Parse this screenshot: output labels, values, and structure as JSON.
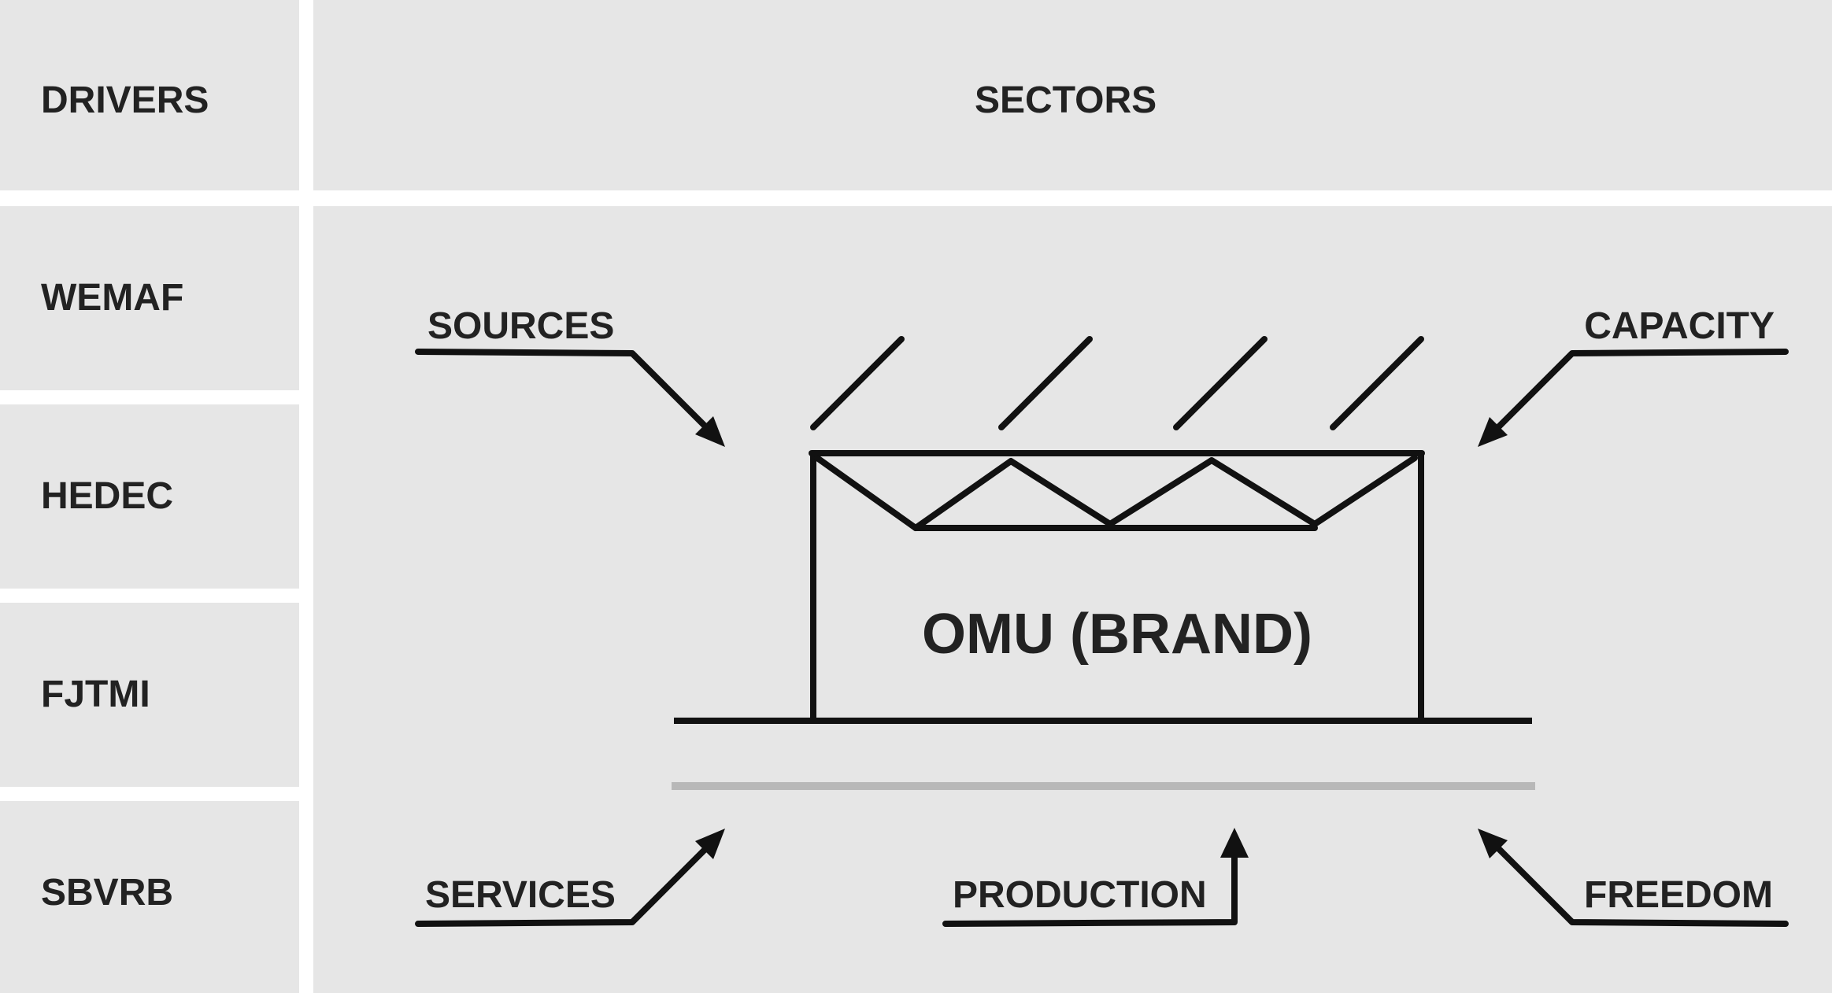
{
  "header": {
    "drivers_title": "DRIVERS",
    "sectors_title": "SECTORS"
  },
  "drivers": [
    {
      "label": "WEMAF"
    },
    {
      "label": "HEDEC"
    },
    {
      "label": "FJTMI"
    },
    {
      "label": "SBVRB"
    }
  ],
  "building": {
    "label": "OMU (BRAND)"
  },
  "arrows": {
    "sources": "SOURCES",
    "capacity": "CAPACITY",
    "services": "SERVICES",
    "production": "PRODUCTION",
    "freedom": "FREEDOM"
  },
  "colors": {
    "panel": "#e6e6e6",
    "gap": "#ffffff",
    "stroke": "#111111",
    "ground_shadow": "#b8b8b8",
    "text": "#222222"
  }
}
